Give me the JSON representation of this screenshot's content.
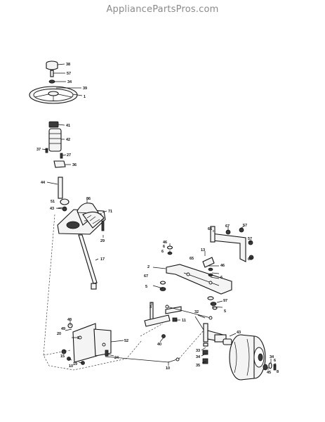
{
  "watermark": "AppliancePartsPros.com",
  "callouts": [
    "38",
    "57",
    "34",
    "39",
    "1",
    "41",
    "42",
    "37",
    "27",
    "36",
    "44",
    "51",
    "43",
    "86",
    "71",
    "29",
    "17",
    "66",
    "67",
    "57",
    "57",
    "67",
    "46",
    "6",
    "6",
    "13",
    "46",
    "65",
    "2",
    "6",
    "67",
    "5",
    "97",
    "3",
    "11",
    "32",
    "5",
    "43",
    "48",
    "49",
    "20",
    "8",
    "52",
    "40",
    "10",
    "15",
    "10",
    "24",
    "19",
    "33",
    "34",
    "35",
    "45",
    "34",
    "6",
    "8"
  ]
}
